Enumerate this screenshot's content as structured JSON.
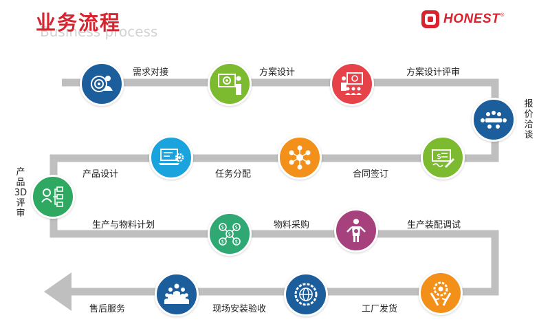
{
  "header": {
    "title_zh": "业务流程",
    "title_en": "Business process",
    "brand": "HONEST",
    "brand_mark": "®"
  },
  "colors": {
    "track": "#bfbfbf",
    "brand_red": "#d9232e"
  },
  "steps": [
    {
      "label": "需求对接",
      "color": "#1c5e9c",
      "icon": "target-person-icon"
    },
    {
      "label": "方案设计",
      "color": "#7cbb2f",
      "icon": "presentation-gear-icon"
    },
    {
      "label": "方案设计评审",
      "color": "#e5424a",
      "icon": "review-meeting-icon"
    },
    {
      "label": "报价洽谈",
      "color": "#1c5e9c",
      "icon": "meeting-table-icon"
    },
    {
      "label": "合同签订",
      "color": "#7cbb2f",
      "icon": "contract-sign-icon"
    },
    {
      "label": "任务分配",
      "color": "#f39019",
      "icon": "team-network-icon"
    },
    {
      "label": "产品设计",
      "color": "#1aa3dc",
      "icon": "laptop-gear-icon"
    },
    {
      "label": "产品3D评审",
      "color": "#2fa862",
      "icon": "org-chart-icon"
    },
    {
      "label": "生产与物料计划",
      "color": "#2fa874",
      "icon": "money-network-icon"
    },
    {
      "label": "物料采购",
      "color": "#a7417e",
      "icon": "purchase-person-icon"
    },
    {
      "label": "生产装配调试",
      "color": "#f39019",
      "icon": "hands-gear-icon"
    },
    {
      "label": "工厂发货",
      "color": "#1c5e9c",
      "icon": "globe-gear-icon"
    },
    {
      "label": "现场安装验收",
      "color": "#1c5e9c",
      "icon": "team-group-icon"
    },
    {
      "label": "售后服务",
      "color": "#1c5e9c",
      "icon": "service-icon"
    }
  ],
  "vertical_labels": {
    "step4": [
      "报",
      "价",
      "洽",
      "谈"
    ],
    "step8": [
      "产",
      "品",
      "3D",
      "评",
      "审"
    ]
  }
}
